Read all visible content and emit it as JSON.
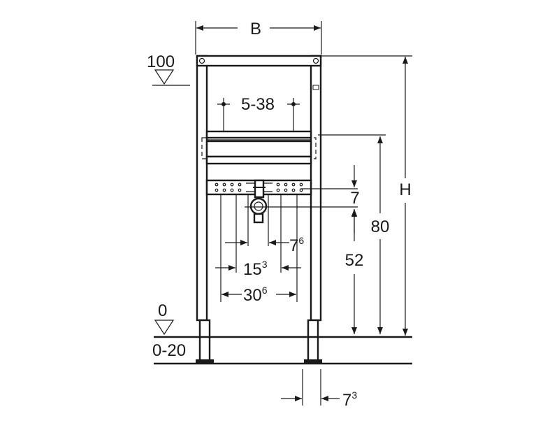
{
  "dimensions": {
    "width_label": "B",
    "height_label": "H",
    "top_level": "100",
    "floor_level": "0",
    "floor_range": "0-20",
    "anchor_spacing": "5-38",
    "drain_offset": "7",
    "pipe_spacing_small": {
      "base": "7",
      "sup": "6"
    },
    "pipe_spacing_mid": {
      "base": "15",
      "sup": "3"
    },
    "pipe_spacing_wide": {
      "base": "30",
      "sup": "6"
    },
    "rail_height": "80",
    "drain_height": "52",
    "foot_offset": {
      "base": "7",
      "sup": "3"
    }
  }
}
